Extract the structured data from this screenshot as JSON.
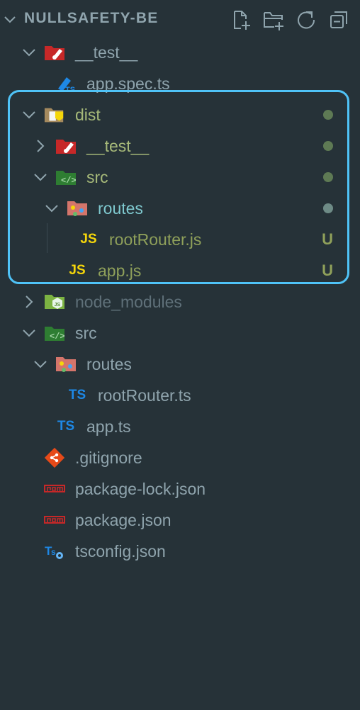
{
  "explorer": {
    "project_title": "NULLSAFETY-BE",
    "actions": [
      {
        "icon": "new-file-icon"
      },
      {
        "icon": "new-folder-icon"
      },
      {
        "icon": "refresh-icon"
      },
      {
        "icon": "collapse-all-icon"
      }
    ]
  },
  "tree": [
    {
      "name": "__test__",
      "icon": "test-folder-icon",
      "expanded": true,
      "type": "folder"
    },
    {
      "name": "app.spec.ts",
      "icon": "test-ts-icon",
      "type": "file"
    },
    {
      "name": "dist",
      "icon": "dist-folder-icon",
      "expanded": true,
      "type": "folder",
      "status": "dot"
    },
    {
      "name": "__test__",
      "icon": "test-folder-icon",
      "expanded": false,
      "type": "folder",
      "status": "dot"
    },
    {
      "name": "src",
      "icon": "src-folder-icon",
      "expanded": true,
      "type": "folder",
      "status": "dot"
    },
    {
      "name": "routes",
      "icon": "routes-folder-icon",
      "expanded": true,
      "type": "folder",
      "status": "dot"
    },
    {
      "name": "rootRouter.js",
      "icon": "js-file-icon",
      "type": "file",
      "status": "U"
    },
    {
      "name": "app.js",
      "icon": "js-file-icon",
      "type": "file",
      "status": "U"
    },
    {
      "name": "node_modules",
      "icon": "node-modules-folder-icon",
      "expanded": false,
      "type": "folder"
    },
    {
      "name": "src",
      "icon": "src-folder-icon",
      "expanded": true,
      "type": "folder"
    },
    {
      "name": "routes",
      "icon": "routes-folder-icon",
      "expanded": true,
      "type": "folder"
    },
    {
      "name": "rootRouter.ts",
      "icon": "ts-file-icon",
      "type": "file"
    },
    {
      "name": "app.ts",
      "icon": "ts-file-icon",
      "type": "file"
    },
    {
      "name": ".gitignore",
      "icon": "git-icon",
      "type": "file"
    },
    {
      "name": "package-lock.json",
      "icon": "npm-icon",
      "type": "file"
    },
    {
      "name": "package.json",
      "icon": "npm-icon",
      "type": "file"
    },
    {
      "name": "tsconfig.json",
      "icon": "tsconfig-icon",
      "type": "file"
    }
  ],
  "status_labels": {
    "untracked": "U"
  },
  "icon_glyphs": {
    "js": "JS",
    "ts": "TS"
  },
  "colors": {
    "background": "#263238",
    "default_text": "#8fa4ad",
    "modified_text": "#a6b979",
    "untracked_text": "#8fa05a",
    "routes_text": "#7fc9cf",
    "dimmed_text": "#5f7079",
    "highlight_border": "#4fc3f7",
    "dot": "#5e7a54",
    "js_yellow": "#f5d60a",
    "ts_blue": "#1e88e5"
  }
}
